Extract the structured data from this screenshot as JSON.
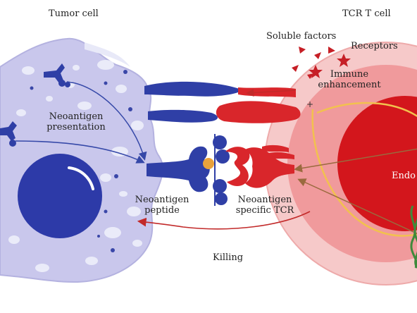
{
  "labels": {
    "tumor_cell": "Tumor cell",
    "tcr_t_cell": "TCR T cell",
    "soluble_factors": "Soluble factors",
    "receptors": "Receptors",
    "immune_enhancement_1": "Immune",
    "immune_enhancement_2": "enhancement",
    "neoantigen_presentation_1": "Neoantigen",
    "neoantigen_presentation_2": "presentation",
    "neoantigen_peptide_1": "Neoantigen",
    "neoantigen_peptide_2": "peptide",
    "neoantigen_tcr_1": "Neoantigen",
    "neoantigen_tcr_2": "specific TCR",
    "killing": "Killing",
    "endo": "Endo"
  },
  "colors": {
    "tumor_fill": "#c9c7ec",
    "tumor_spots": "#eef0fb",
    "nucleus_blue": "#2d3aa8",
    "mhc_blue": "#2f3fa6",
    "tcr_red": "#d9262b",
    "tcell_outer": "#f6c9c9",
    "tcell_inner": "#f09a9c",
    "tcell_nucleus": "#d3161c",
    "peptide_orange": "#e9a23b",
    "yellow_path": "#f2c14e",
    "arrow_red": "#c22a2a",
    "arrow_brown": "#9a6a3e",
    "dna_green": "#3f8a3b"
  }
}
